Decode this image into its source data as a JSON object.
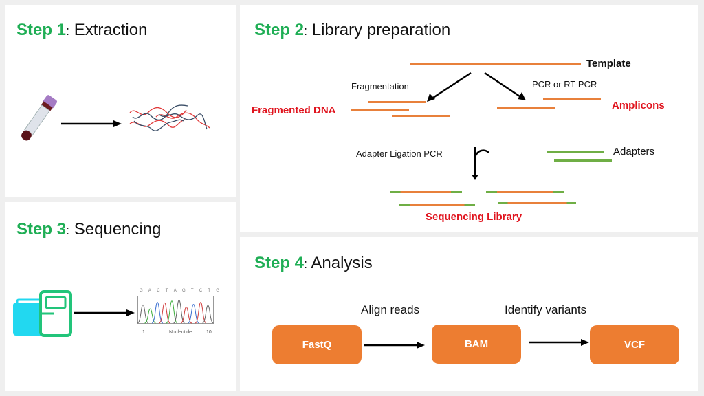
{
  "colors": {
    "step_green": "#1fae55",
    "strand_orange": "#e8803b",
    "adapter_green": "#6fae45",
    "label_red": "#e0141e",
    "box_orange": "#ed7d31",
    "sequencer_cyan": "#22d8f0",
    "sequencer_green": "#22c47a"
  },
  "steps": [
    {
      "step": "Step 1",
      "sep": ":",
      "name": "Extraction",
      "icons": [
        "blood-tube-icon",
        "arrow-right-icon",
        "dna-strands-icon"
      ]
    },
    {
      "step": "Step 2",
      "sep": ":",
      "name": "Library preparation",
      "labels": {
        "template": "Template",
        "fragmentation": "Fragmentation",
        "pcr": "PCR or RT-PCR",
        "fragmented_dna": "Fragmented DNA",
        "amplicons": "Amplicons",
        "adapter_ligation": "Adapter Ligation PCR",
        "adapters": "Adapters",
        "sequencing_library": "Sequencing Library"
      }
    },
    {
      "step": "Step 3",
      "sep": ":",
      "name": "Sequencing",
      "chromatogram": {
        "bases": [
          "G",
          "A",
          "C",
          "T",
          "A",
          "G",
          "T",
          "C",
          "T",
          "G"
        ],
        "axis_start": "1",
        "axis_label": "Nucleotide",
        "axis_end": "10"
      }
    },
    {
      "step": "Step 4",
      "sep": ":",
      "name": "Analysis",
      "flow": {
        "nodes": [
          "FastQ",
          "BAM",
          "VCF"
        ],
        "edges": [
          "Align reads",
          "Identify variants"
        ]
      }
    }
  ]
}
